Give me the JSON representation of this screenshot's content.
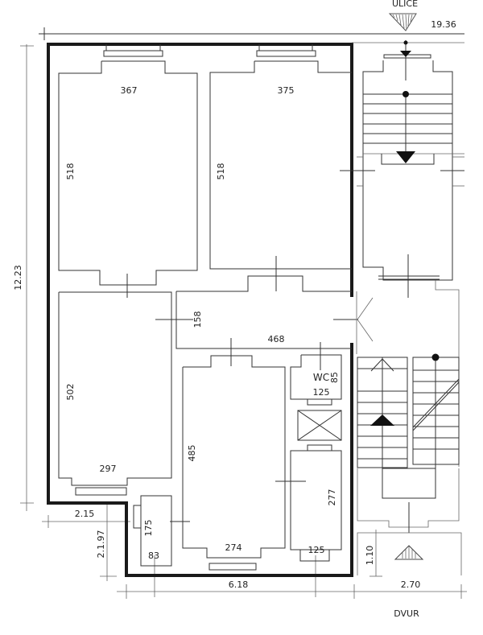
{
  "labels": {
    "street": "ULICE",
    "courtyard": "DVUR",
    "total_width": "19.36",
    "total_depth": "12.23",
    "room1_width": "367",
    "room1_depth": "518",
    "room2_width": "375",
    "room2_depth": "518",
    "hall_depth": "158",
    "hall_width": "468",
    "room3_depth": "502",
    "room3_width": "297",
    "room4_depth": "485",
    "room4_width": "274",
    "wc": "WC",
    "wc_depth": "85",
    "wc_width": "125",
    "room5_depth": "277",
    "room5_width": "125",
    "small_depth": "175",
    "small_width": "83",
    "dim_215": "2.15",
    "dim_197": "2.1.97",
    "dim_618": "6.18",
    "dim_110": "1.10",
    "dim_270": "2.70"
  },
  "colors": {
    "wall": "#1a1a1a",
    "line": "#333333"
  }
}
